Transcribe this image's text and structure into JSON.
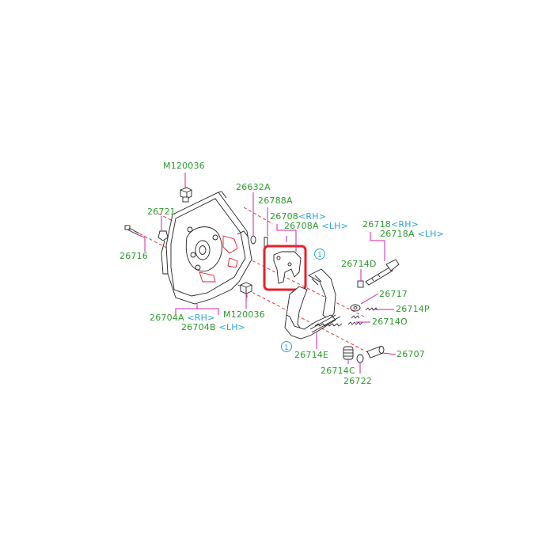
{
  "diagram": {
    "callout_color": "#d21fb1",
    "label_color": "#2a9a2a",
    "side_tag_color": "#28a6d8",
    "highlight_color": "#e8202a",
    "circled_ref_color": "#28a6d8",
    "circled_ref": "1",
    "labels": {
      "m120036_top": "M120036",
      "p26632a": "26632A",
      "p26788a": "26788A",
      "p26708": "26708",
      "p26708_rh": "<RH>",
      "p26708a": "26708A",
      "p26708a_lh": "<LH>",
      "p26721": "26721",
      "p26716": "26716",
      "p26718": "26718",
      "p26718_rh": "<RH>",
      "p26718a": "26718A",
      "p26718a_lh": "<LH>",
      "p26714d": "26714D",
      "p26717": "26717",
      "p26714p": "26714P",
      "p26714o": "26714O",
      "p26704a": "26704A",
      "p26704a_rh": "<RH>",
      "p26704b": "26704B",
      "p26704b_lh": "<LH>",
      "m120036_bottom": "M120036",
      "p26714e": "26714E",
      "p26707": "26707",
      "p26714c": "26714C",
      "p26722": "26722"
    }
  }
}
